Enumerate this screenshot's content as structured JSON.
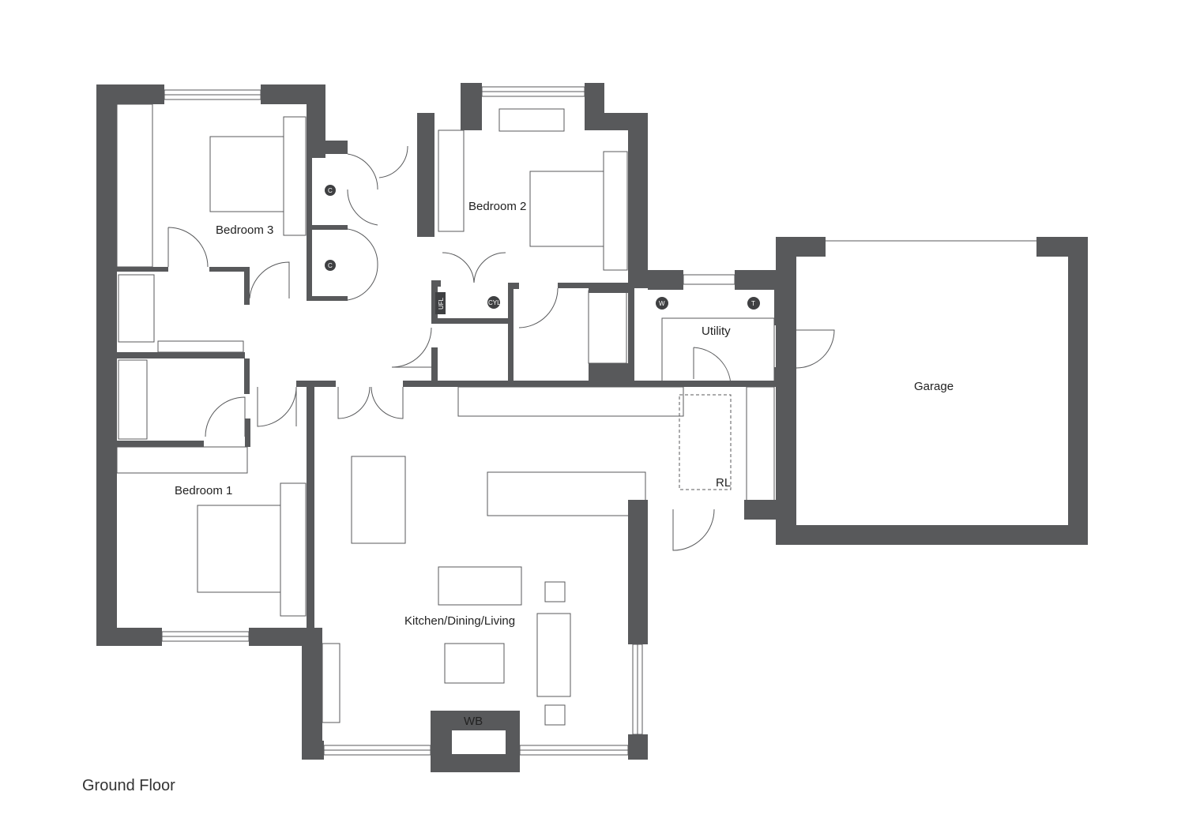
{
  "plan_title": "Ground Floor",
  "rooms": {
    "bedroom3": "Bedroom 3",
    "bedroom2": "Bedroom 2",
    "bedroom1": "Bedroom 1",
    "utility": "Utility",
    "garage": "Garage",
    "kitchen": "Kitchen/Dining/Living"
  },
  "fixtures": {
    "wood_burner": "WB",
    "roof_light": "RL",
    "underfloor": "UFL",
    "cylinder": "CYL",
    "cupboard1": "C",
    "cupboard2": "C",
    "washer": "W",
    "tumble": "T"
  },
  "colors": {
    "wall": "#58595b"
  }
}
